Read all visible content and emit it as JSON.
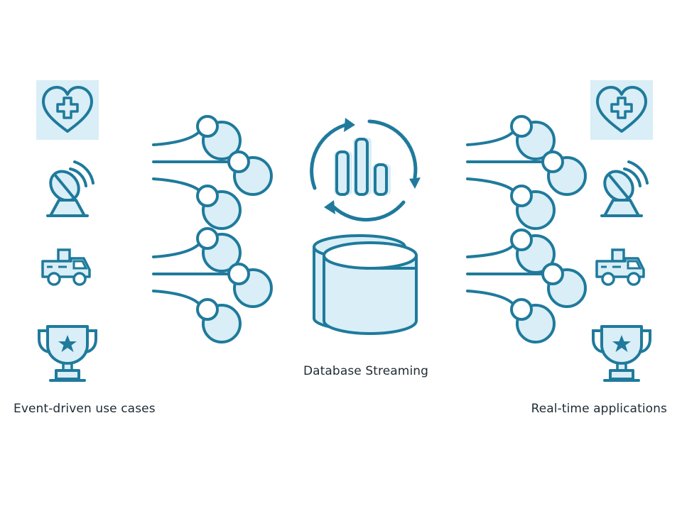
{
  "labels": {
    "left": "Event-driven use cases",
    "center": "Database Streaming",
    "right": "Real-time applications"
  },
  "colors": {
    "stroke": "#1f7a9c",
    "fill_light": "#d9eef6",
    "text": "#1f2b33"
  },
  "icons": {
    "use_cases": [
      "heart-plus-icon",
      "satellite-dish-icon",
      "delivery-truck-icon",
      "trophy-star-icon"
    ],
    "center": [
      "refresh-arrows-icon",
      "bar-chart-icon",
      "database-cylinder-icon"
    ]
  }
}
